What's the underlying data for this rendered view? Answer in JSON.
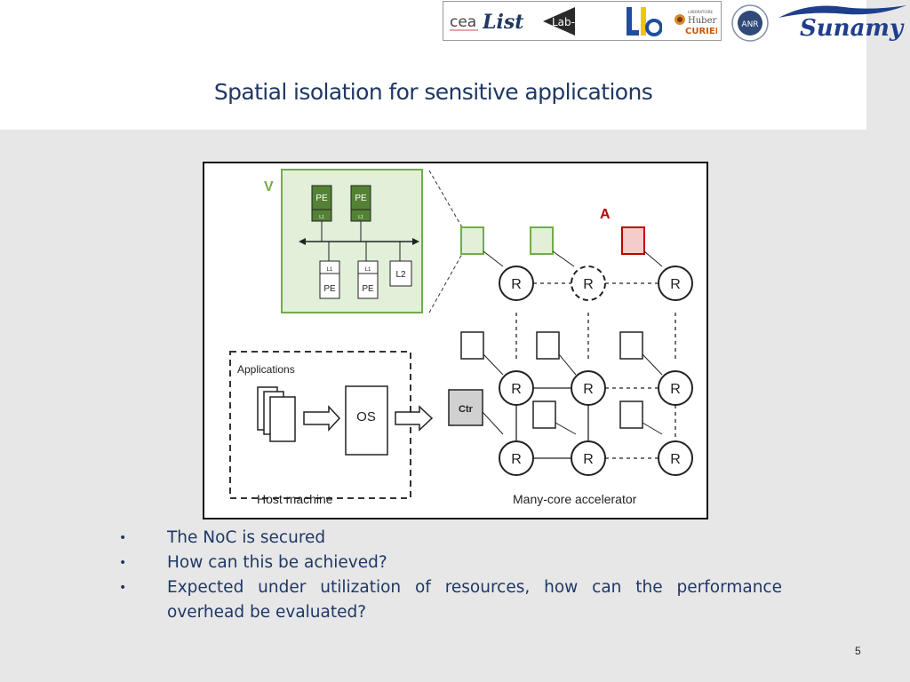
{
  "header": {
    "title": "Spatial isolation for sensitive applications",
    "logos": {
      "cea": "cea",
      "list": "List",
      "labsticc": "Lab-STICC",
      "lip6": "LIP6",
      "hubert_small": "LABORATOIRE",
      "hubert_name": "Hubert",
      "hubert_curien": "CURIEN",
      "anr": "ANR",
      "sunamy": "Sunamy"
    }
  },
  "diagram": {
    "label_v": "V",
    "label_a": "A",
    "pe_label": "PE",
    "l1_label": "L1",
    "l2_label": "L2",
    "router_label": "R",
    "ctr_label": "Ctr",
    "applications_label": "Applications",
    "os_label": "OS",
    "host_label": "Host machine",
    "accelerator_label": "Many-core accelerator"
  },
  "bullets": [
    "The NoC is secured",
    "How can this be achieved?",
    "Expected under utilization of resources, how can the performance overhead be evaluated?"
  ],
  "page_number": "5",
  "colors": {
    "title": "#1f3864",
    "green_fill": "#e2efd9",
    "green_border": "#70ad47",
    "dark_green": "#548235",
    "red_fill": "#f4cccc",
    "red_border": "#c00000",
    "ctr_fill": "#d0d0d0"
  }
}
